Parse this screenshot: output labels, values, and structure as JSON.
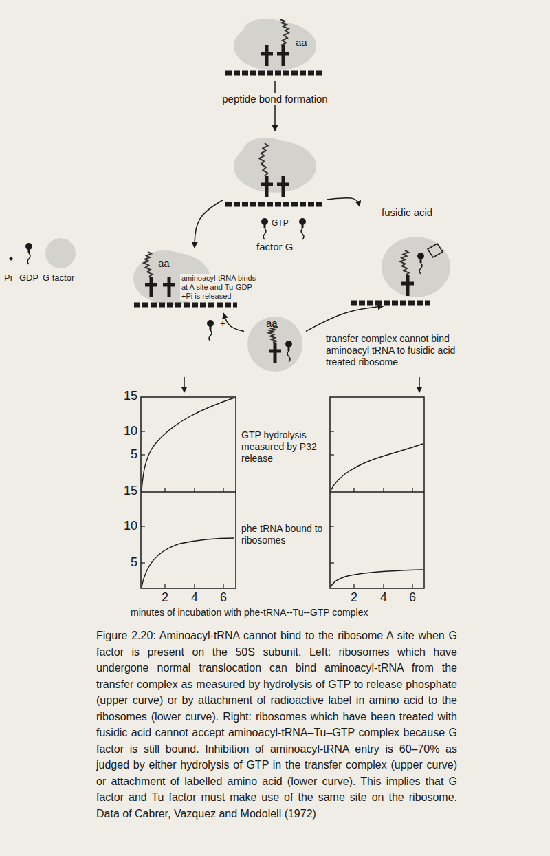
{
  "diagram": {
    "caption": "Figure 2.20: Aminoacyl-tRNA cannot bind to the ribosome A site when G factor is present on the 50S subunit. Left: ribosomes which have undergone normal translocation can bind aminoacyl-tRNA from the transfer complex as measured by hydrolysis of GTP to release phosphate (upper curve) or by attachment of radioactive label in amino acid to the ribosomes (lower curve). Right: ribosomes which have been treated with fusidic acid cannot accept aminoacyl-tRNA–Tu–GTP complex because G factor is still bound. Inhibition of aminoacyl-tRNA entry is 60–70% as judged by either hydrolysis of GTP in the transfer complex (upper curve) or attachment of labelled amino acid (lower curve). This implies that G factor and Tu factor must make use of the same site on the ribosome. Data of Cabrer, Vazquez and Modolell (1972)",
    "nodes": [
      {
        "text": [
          "aa"
        ]
      },
      {
        "text": [
          "GTP",
          "factor G"
        ]
      },
      {
        "text": [
          "aa"
        ]
      },
      {
        "text": [
          "fusidic acid"
        ]
      },
      {
        "text": [
          "aa"
        ]
      }
    ],
    "edges": [
      {
        "from": 0,
        "to": 1,
        "arrow": "to",
        "label": "peptide bond formation"
      },
      {
        "from": 1,
        "to": 2,
        "arrow": "to"
      },
      {
        "from": 1,
        "to": 3,
        "arrow": "to"
      },
      {
        "from": 4,
        "to": 2,
        "arrow": "to"
      },
      {
        "from": 4,
        "to": 3,
        "arrow": "to"
      }
    ],
    "labels": [
      "Pi",
      "GDP",
      "G factor",
      "aminoacyl-tRNA binds at A site and Tu-GDP +Pi is released",
      "+",
      "transfer complex cannot bind aminoacyl tRNA to fusidic acid treated ribosome",
      "15",
      "10",
      "5",
      "15",
      "10",
      "5",
      "2",
      "4",
      "6",
      "2",
      "4",
      "6",
      "GTP hydrolysis measured by P32 release",
      "phe tRNA bound to ribosomes",
      "minutes of incubation with phe-tRNA--Tu--GTP complex"
    ]
  }
}
